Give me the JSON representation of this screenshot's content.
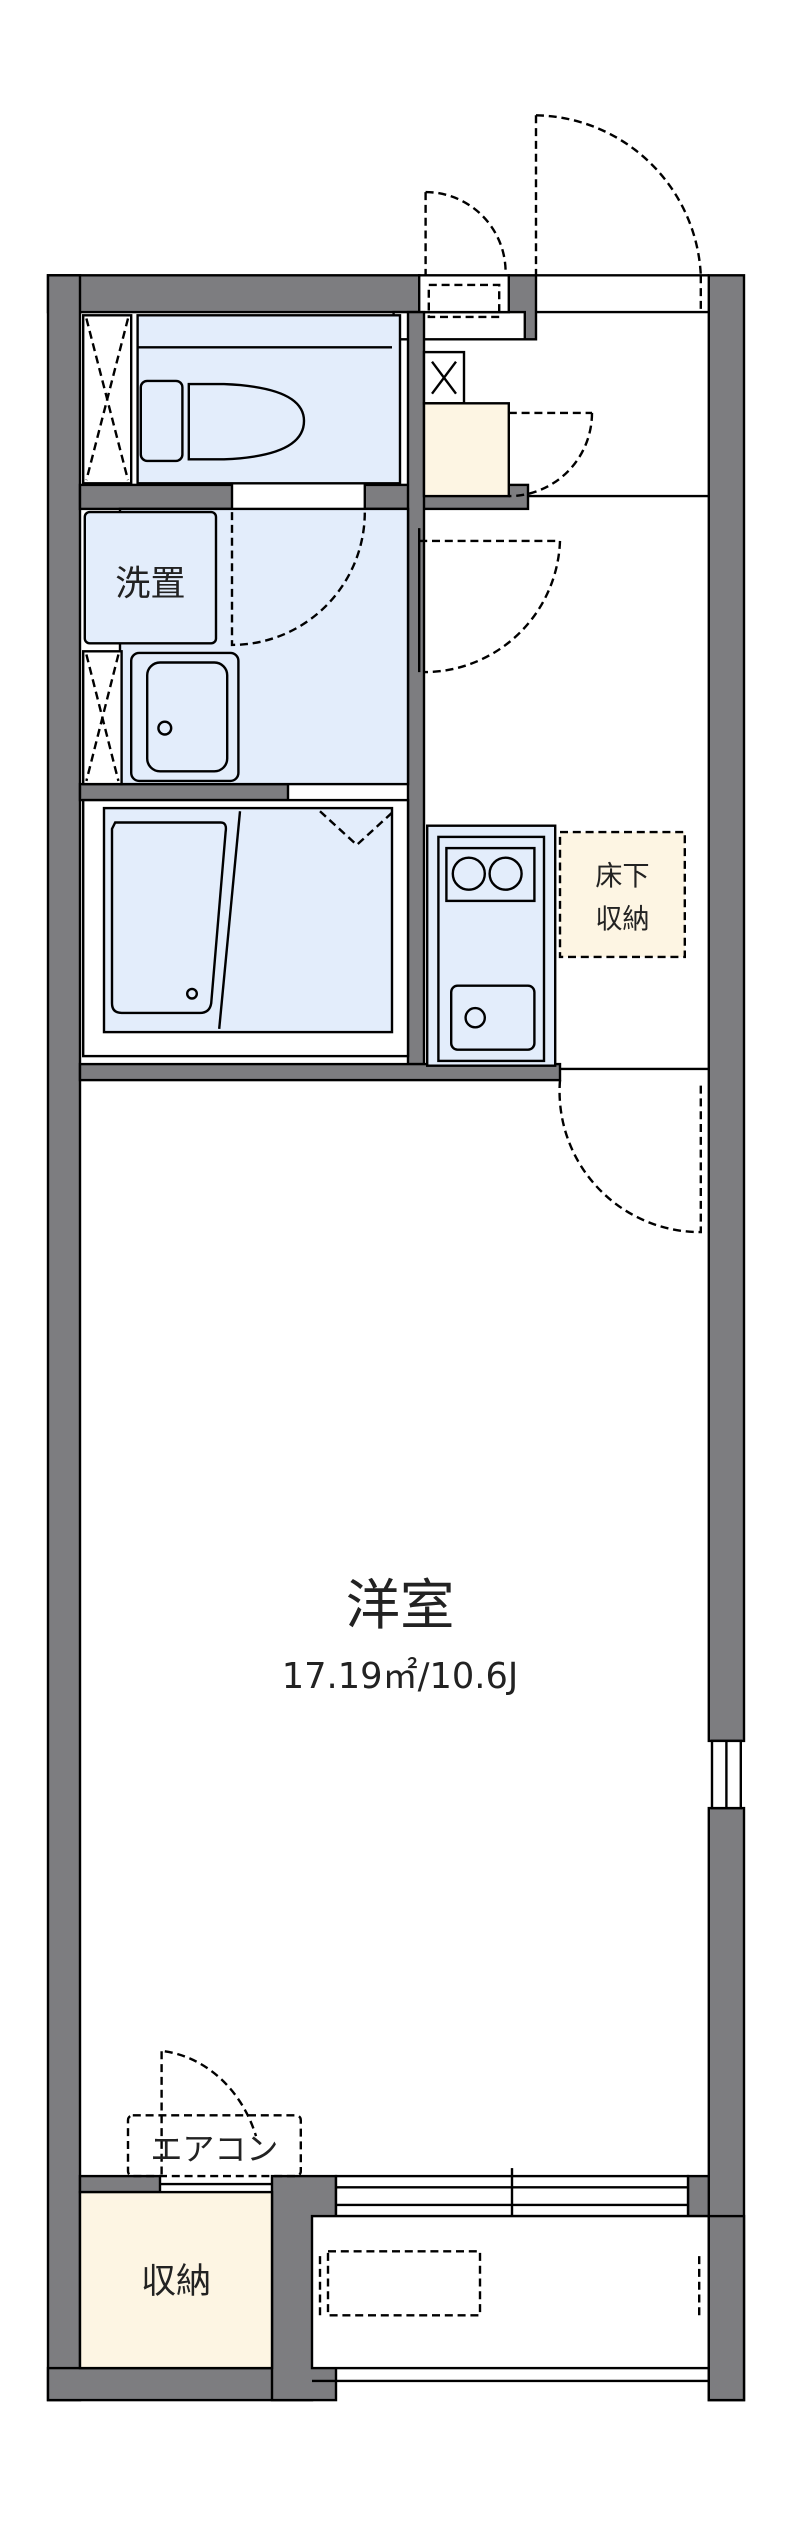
{
  "floor_plan": {
    "rooms": {
      "western_room": {
        "label": "洋室",
        "area": "17.19㎡/10.6J"
      },
      "washer_space": {
        "label": "洗置"
      },
      "underfloor_storage": {
        "label_line1": "床下",
        "label_line2": "収納"
      },
      "closet": {
        "label": "収納"
      },
      "air_conditioner": {
        "label": "エアコン"
      }
    },
    "colors": {
      "wall": "#7d7d80",
      "wet_area": "#e3edfb",
      "storage": "#fdf5e3"
    }
  }
}
